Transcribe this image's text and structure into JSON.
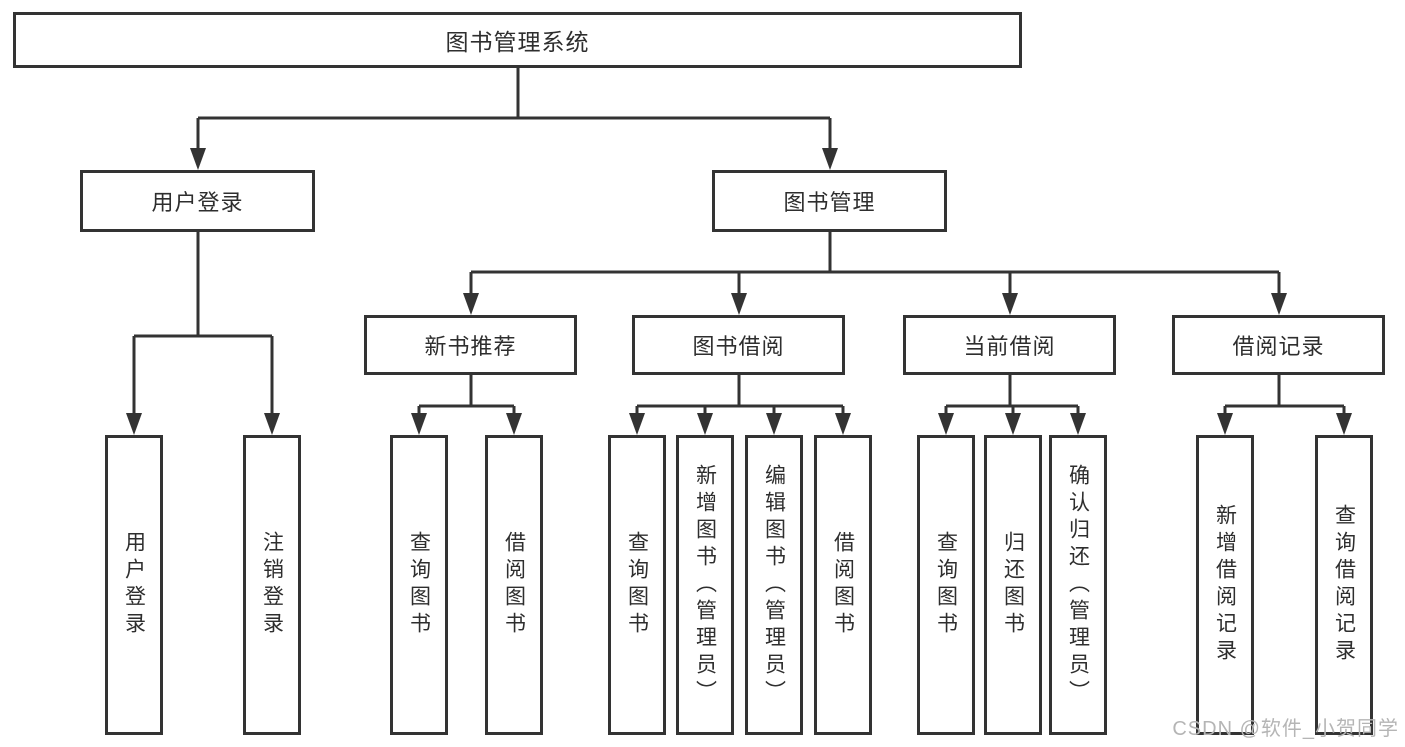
{
  "tree": {
    "root": {
      "label": "图书管理系统"
    },
    "children": [
      {
        "label": "用户登录",
        "children": [
          {
            "label": "用户登录"
          },
          {
            "label": "注销登录"
          }
        ]
      },
      {
        "label": "图书管理",
        "children": [
          {
            "label": "新书推荐",
            "children": [
              {
                "label": "查询图书"
              },
              {
                "label": "借阅图书"
              }
            ]
          },
          {
            "label": "图书借阅",
            "children": [
              {
                "label": "查询图书"
              },
              {
                "label": "新增图书（管理员）"
              },
              {
                "label": "编辑图书（管理员）"
              },
              {
                "label": "借阅图书"
              }
            ]
          },
          {
            "label": "当前借阅",
            "children": [
              {
                "label": "查询图书"
              },
              {
                "label": "归还图书"
              },
              {
                "label": "确认归还（管理员）"
              }
            ]
          },
          {
            "label": "借阅记录",
            "children": [
              {
                "label": "新增借阅记录"
              },
              {
                "label": "查询借阅记录"
              }
            ]
          }
        ]
      }
    ]
  },
  "watermark": {
    "text": "CSDN @软件_小贺同学"
  },
  "colors": {
    "line": "#333333",
    "text": "#2e2e2e",
    "watermark": "#b5b5b5",
    "background": "#ffffff"
  }
}
